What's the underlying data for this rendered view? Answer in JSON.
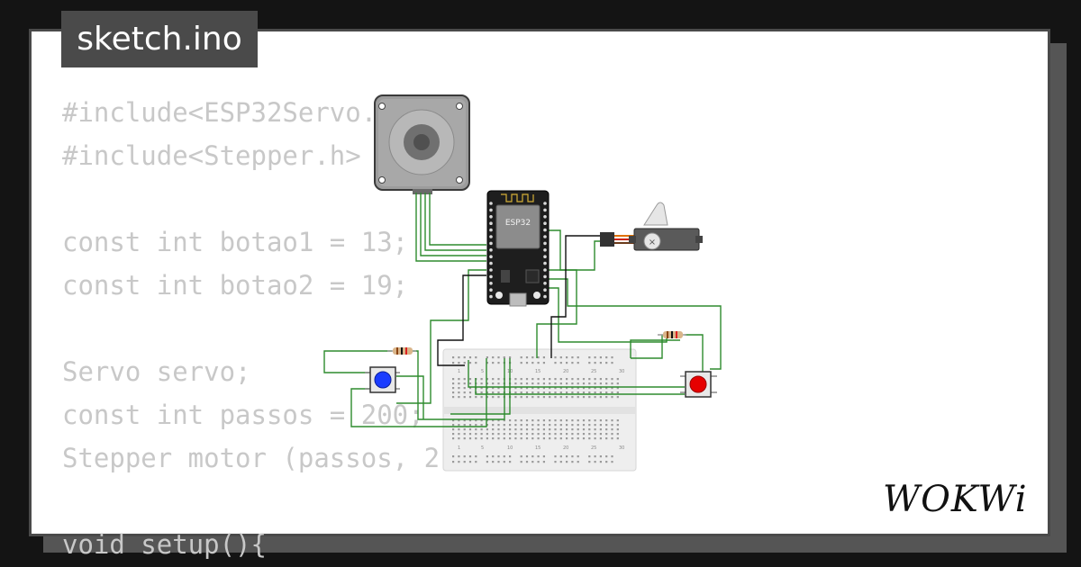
{
  "file_tab": {
    "label": "sketch.ino"
  },
  "code": {
    "lines": [
      "#include<ESP32Servo.h>",
      "#include<Stepper.h>",
      "",
      "const int botao1 = 13;",
      "const int botao2 = 19;",
      "",
      "Servo servo;",
      "const int passos = 200;",
      "Stepper motor (passos, 2, 4, 12);",
      "",
      "void setup(){"
    ]
  },
  "diagram": {
    "mcu_label": "ESP32",
    "components": {
      "stepper": "stepper-motor",
      "servo": "servo-motor",
      "button_left_color": "#1a3cff",
      "button_right_color": "#e60000",
      "breadboard": "half-breadboard"
    },
    "wire_color": "#2e8b2e",
    "breadboard_numbers": [
      "1",
      "5",
      "10",
      "15",
      "20",
      "25",
      "30"
    ]
  },
  "brand": {
    "logo_text": "WOKWi"
  },
  "colors": {
    "background": "#141414",
    "card": "#ffffff",
    "code_text": "#c8c8c8",
    "tab_bg": "#4a4a4a"
  }
}
